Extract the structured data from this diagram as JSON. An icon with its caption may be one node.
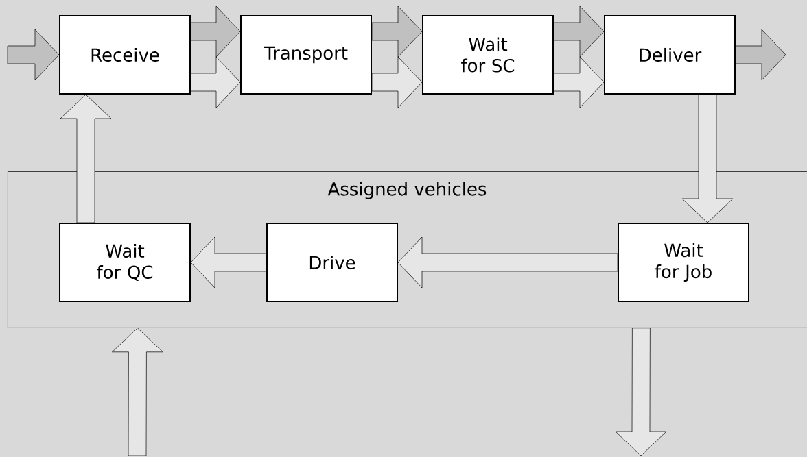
{
  "diagram": {
    "nodes": [
      {
        "text": [
          "Receive"
        ]
      },
      {
        "text": [
          "Transport"
        ]
      },
      {
        "text": [
          "Wait for SC"
        ]
      },
      {
        "text": [
          "Deliver"
        ]
      },
      {
        "text": [
          "Assigned vehicles"
        ]
      },
      {
        "text": [
          "Wait for QC"
        ],
        "in": 4
      },
      {
        "text": [
          "Drive"
        ],
        "in": 4
      },
      {
        "text": [
          "Wait for Job"
        ],
        "in": 4
      }
    ],
    "edges": [
      {
        "from": null,
        "to": 0,
        "arrow": "to",
        "color": "#c0c0c0"
      },
      {
        "from": 0,
        "to": 1,
        "arrow": "to",
        "color": "#c0c0c0"
      },
      {
        "from": 0,
        "to": 1,
        "arrow": "to"
      },
      {
        "from": 1,
        "to": 2,
        "arrow": "to",
        "color": "#c0c0c0"
      },
      {
        "from": 1,
        "to": 2,
        "arrow": "to"
      },
      {
        "from": 2,
        "to": 3,
        "arrow": "to",
        "color": "#c0c0c0"
      },
      {
        "from": 2,
        "to": 3,
        "arrow": "to"
      },
      {
        "from": 3,
        "to": null,
        "arrow": "to",
        "color": "#c0c0c0"
      },
      {
        "from": 3,
        "to": 7,
        "arrow": "to"
      },
      {
        "from": 7,
        "to": 6,
        "arrow": "to"
      },
      {
        "from": 6,
        "to": 5,
        "arrow": "to"
      },
      {
        "from": 5,
        "to": 0,
        "arrow": "to"
      },
      {
        "from": null,
        "to": 4,
        "arrow": "to"
      },
      {
        "from": 4,
        "to": null,
        "arrow": "to"
      }
    ]
  }
}
